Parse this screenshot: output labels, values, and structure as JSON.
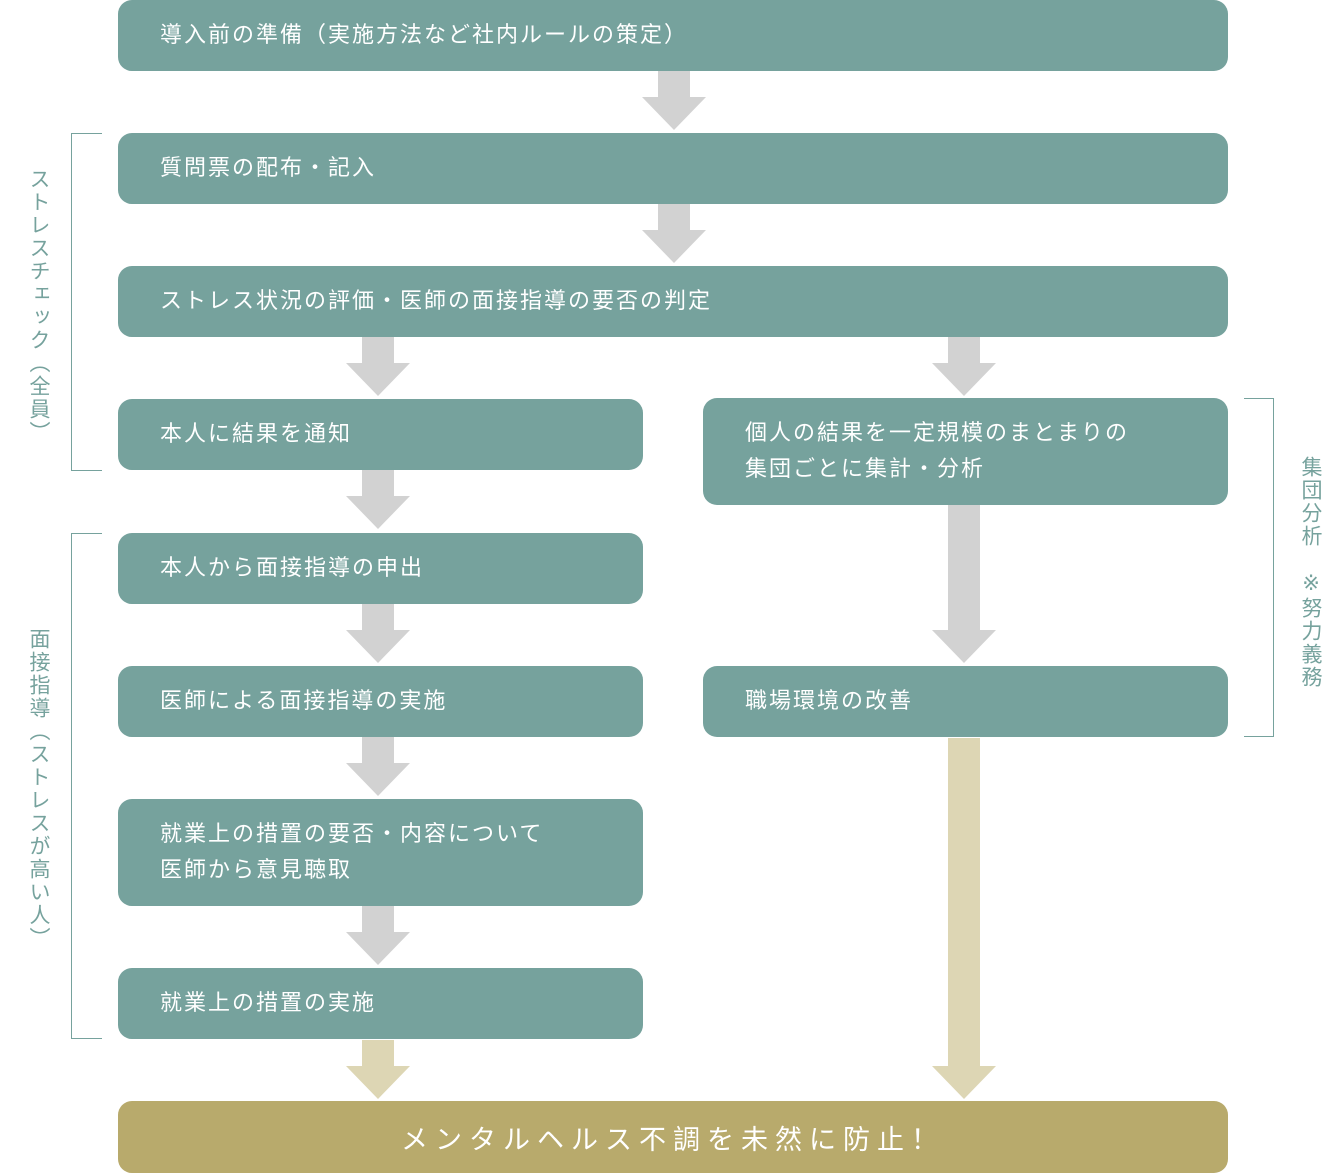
{
  "steps": {
    "prep": "導入前の準備（実施方法など社内ルールの策定）",
    "questionnaire": "質問票の配布・記入",
    "evaluation": "ストレス状況の評価・医師の面接指導の要否の判定",
    "notify": "本人に結果を通知",
    "request": "本人から面接指導の申出",
    "interview": "医師による面接指導の実施",
    "opinion_line1": "就業上の措置の要否・内容について",
    "opinion_line2": "医師から意見聴取",
    "measures": "就業上の措置の実施",
    "group_line1": "個人の結果を一定規模のまとまりの",
    "group_line2": "集団ごとに集計・分析",
    "improve": "職場環境の改善",
    "final": "メンタルヘルス不調を未然に防止！"
  },
  "labels": {
    "stress_check": "ストレスチェック（全員）",
    "interview_guidance": "面接指導（ストレスが高い人）",
    "group_analysis": "集団分析　※努力義務"
  },
  "colors": {
    "box": "#76a29d",
    "final": "#b8aa6c",
    "arrow_gray": "#d2d2d2",
    "arrow_tan": "#ddd6b4"
  }
}
